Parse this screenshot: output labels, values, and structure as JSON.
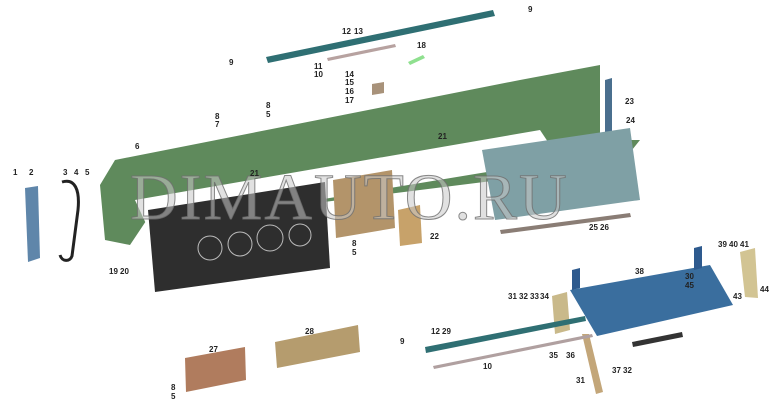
{
  "diagram": {
    "watermark": "DIMAUTO.RU",
    "callouts": [
      "9",
      "12",
      "13",
      "18",
      "9",
      "11",
      "10",
      "14",
      "15",
      "16",
      "17",
      "8",
      "5",
      "8",
      "7",
      "21",
      "23",
      "24",
      "6",
      "1",
      "2",
      "3",
      "4",
      "5",
      "21",
      "22",
      "25",
      "26",
      "8",
      "5",
      "19",
      "20",
      "39",
      "40",
      "41",
      "38",
      "30",
      "45",
      "44",
      "43",
      "31",
      "32",
      "33",
      "34",
      "28",
      "12",
      "29",
      "27",
      "35",
      "36",
      "9",
      "10",
      "31",
      "37",
      "32",
      "8",
      "5"
    ],
    "colors": {
      "frame": "#5f8a5c",
      "panel": "#2e2e2e",
      "tray": "#3a6e9e",
      "bracket": "#c9b98a",
      "rod": "#2f6f73",
      "bar": "#b0a0a0"
    }
  }
}
